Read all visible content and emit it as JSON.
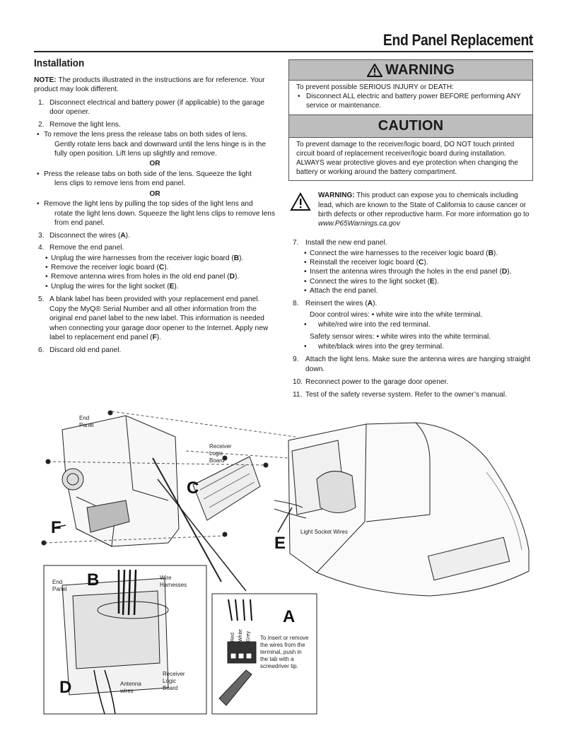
{
  "page_title": "End Panel Replacement",
  "installation": {
    "heading": "Installation",
    "note_label": "NOTE:",
    "note_text": " The products illustrated in the instructions are for reference. Your product may look different.",
    "steps": [
      {
        "num": "1.",
        "text": "Disconnect electrical and battery power (if applicable) to the garage door opener."
      },
      {
        "num": "2.",
        "text": "Remove the light lens."
      },
      {
        "num": "3.",
        "text": "Disconnect the wires ("
      },
      {
        "num": "4.",
        "text": "Remove the end panel."
      },
      {
        "num": "5.",
        "text": "A blank label has been provided with your replacement end panel. Copy the MyQ® Serial Number and all other information from the original end panel label to the new label. This information is needed when connecting your garage door opener to the Internet. Apply new label to replacement end panel ("
      },
      {
        "num": "6.",
        "text": "Discard old end panel."
      }
    ],
    "lens_opt1_first": "To remove the lens press the release tabs on both sides of lens.",
    "lens_opt1_rest": "Gently rotate lens back and downward until the lens hinge is in the fully open position. Lift lens up slightly and remove.",
    "or": "OR",
    "lens_opt2_first": "Press the release tabs on both side of the lens. Squeeze the light",
    "lens_opt2_rest": "lens clips to remove lens from end panel.",
    "lens_opt3_first": "Remove the light lens by pulling the top sides of the light lens and",
    "lens_opt3_rest": "rotate the light lens down. Squeeze the light lens clips to remove lens from end panel.",
    "step3_letter": "A",
    "step3_end": ").",
    "step4_subs": [
      {
        "text": "Unplug the wire harnesses from the receiver logic board (",
        "letter": "B",
        "end": ")."
      },
      {
        "text": "Remove the receiver logic board (",
        "letter": "C",
        "end": ")."
      },
      {
        "text": "Remove antenna wires from holes in the old end panel (",
        "letter": "D",
        "end": ")."
      },
      {
        "text": "Unplug the wires for the light socket (",
        "letter": "E",
        "end": ")."
      }
    ],
    "step5_letter": "F",
    "step5_end": ")."
  },
  "warning": {
    "title": "WARNING",
    "line1": "To prevent possible SERIOUS INJURY or DEATH:",
    "bullet": "Disconnect ALL electric and battery power BEFORE performing ANY service or maintenance."
  },
  "caution": {
    "title": "CAUTION",
    "text": "To prevent damage to the receiver/logic board, DO NOT touch printed circuit board of replacement receiver/logic board during installation. ALWAYS wear protective gloves and eye protection when changing the battery or working around the battery compartment."
  },
  "prop65": {
    "label": "WARNING:",
    "text": " This product can expose you to chemicals including lead, which are known to the State of California to cause cancer or birth defects or other reproductive harm. For more information go to ",
    "link": "www.P65Warnings.ca.gov"
  },
  "steps_right": {
    "s7": {
      "num": "7.",
      "text": "Install the new end panel."
    },
    "s7_subs": [
      {
        "text": "Connect the wire harnesses to the receiver logic board (",
        "letter": "B",
        "end": ")."
      },
      {
        "text": "Reinstall the receiver logic board (",
        "letter": "C",
        "end": ")."
      },
      {
        "text": "Insert the antenna wires through the holes in the end panel (",
        "letter": "D",
        "end": ")."
      },
      {
        "text": "Connect the wires to the light socket (",
        "letter": "E",
        "end": ")."
      },
      {
        "text": "Attach the end panel.",
        "letter": "",
        "end": ""
      }
    ],
    "s8": {
      "num": "8.",
      "text": "Reinsert the wires (",
      "letter": "A",
      "end": ")."
    },
    "door_control": "Door control wires:  •  white wire into the white terminal.",
    "door_control_2": "white/red wire into the red terminal.",
    "safety_sensor": "Safety sensor wires:  •  white wires into the white terminal.",
    "safety_sensor_2": "white/black wires into the grey terminal.",
    "s9": {
      "num": "9.",
      "text": "Attach the light lens.  Make sure the antenna wires are hanging straight down."
    },
    "s10": {
      "num": "10.",
      "text": "Reconnect power to the garage door opener."
    },
    "s11": {
      "num": "11.",
      "text": "Test of the safety reverse system. Refer to the owner’s manual."
    }
  },
  "diagram": {
    "end_panel_l1": "End",
    "end_panel_l2": "Panel",
    "receiver_l1": "Receiver",
    "receiver_l2": "Logic",
    "receiver_l3": "Board",
    "light_socket_wires": "Light Socket Wires",
    "letter_a": "A",
    "letter_b": "B",
    "letter_c": "C",
    "letter_d": "D",
    "letter_e": "E",
    "letter_f": "F",
    "wire_l1": "Wire",
    "wire_l2": "Harnesses",
    "antenna_l1": "Antenna",
    "antenna_l2": "wires",
    "red": "Red",
    "white": "White",
    "grey": "Grey",
    "insert_l1": "To insert or remove",
    "insert_l2": "the wires from the",
    "insert_l3": "terminal, push in",
    "insert_l4": "the tab with a",
    "insert_l5": "screwdriver tip."
  }
}
